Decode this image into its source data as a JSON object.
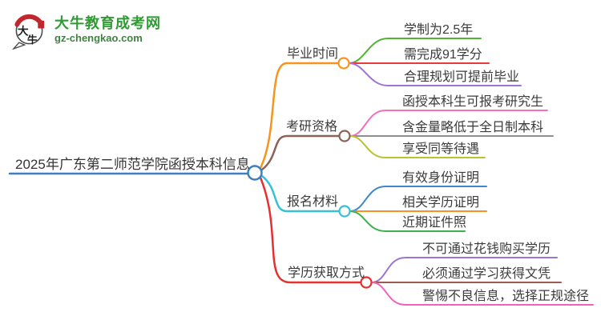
{
  "logo": {
    "site_name": "大牛教育成考网",
    "site_url": "gz-chengkao.com",
    "icon_char_top": "大",
    "icon_char_bottom": "牛",
    "name_color": "#2e9b33",
    "url_color": "#3f8340",
    "seal_color": "#c1272d",
    "outline_color": "#4a4a4a"
  },
  "mindmap": {
    "root": {
      "label": "2025年广东第二师范学院函授本科信息",
      "color": "#3e7fc1"
    },
    "branches": [
      {
        "label": "毕业时间",
        "color": "#f7941e",
        "children": [
          {
            "label": "学制为2.5年",
            "color": "#53b332"
          },
          {
            "label": "需完成91学分",
            "color": "#e83a3a"
          },
          {
            "label": "合理规划可提前毕业",
            "color": "#9d74d3"
          }
        ]
      },
      {
        "label": "考研资格",
        "color": "#8c6156",
        "children": [
          {
            "label": "函授本科生可报考研究生",
            "color": "#f070bd"
          },
          {
            "label": "含金量略低于全日制本科",
            "color": "#8f8f8f"
          },
          {
            "label": "享受同等待遇",
            "color": "#bdc32e"
          }
        ]
      },
      {
        "label": "报名材料",
        "color": "#38c0d5",
        "children": [
          {
            "label": "有效身份证明",
            "color": "#3f87cd"
          },
          {
            "label": "相关学历证明",
            "color": "#f7941e"
          },
          {
            "label": "近期证件照",
            "color": "#3fae4e"
          }
        ]
      },
      {
        "label": "学历获取方式",
        "color": "#e62f2f",
        "children": [
          {
            "label": "不可通过花钱购买学历",
            "color": "#9d74d3"
          },
          {
            "label": "必须通过学习获得文凭",
            "color": "#9e5a50"
          },
          {
            "label": "警惕不良信息，选择正规途径",
            "color": "#ef63bc"
          }
        ]
      }
    ]
  }
}
